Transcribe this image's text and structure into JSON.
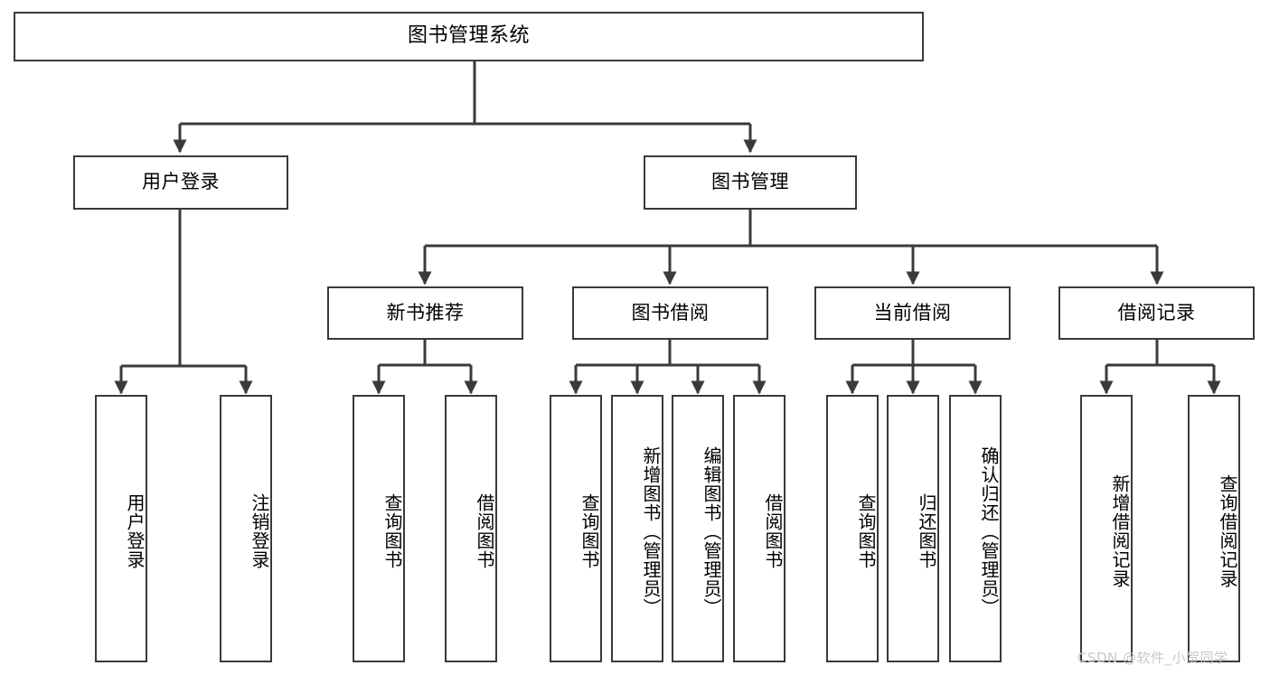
{
  "diagram": {
    "title": "图书管理系统",
    "watermark": "CSDN @软件_小贺同学",
    "colors": {
      "box_border": "#3a3a3a",
      "box_fill": "#ffffff",
      "connector": "#3a3a3a",
      "text": "#000000",
      "watermark": "#c8c8c8"
    },
    "root": {
      "label": "图书管理系统"
    },
    "level1": [
      {
        "label": "用户登录"
      },
      {
        "label": "图书管理"
      }
    ],
    "level2": [
      {
        "label": "新书推荐"
      },
      {
        "label": "图书借阅"
      },
      {
        "label": "当前借阅"
      },
      {
        "label": "借阅记录"
      }
    ],
    "leaves": {
      "user_login": [
        {
          "label": "用户登录"
        },
        {
          "label": "注销登录"
        }
      ],
      "new_book_recommend": [
        {
          "label": "查询图书"
        },
        {
          "label": "借阅图书"
        }
      ],
      "book_borrow": [
        {
          "label": "查询图书"
        },
        {
          "label": "新增图书（管理员）"
        },
        {
          "label": "编辑图书（管理员）"
        },
        {
          "label": "借阅图书"
        }
      ],
      "current_borrow": [
        {
          "label": "查询图书"
        },
        {
          "label": "归还图书"
        },
        {
          "label": "确认归还（管理员）"
        }
      ],
      "borrow_record": [
        {
          "label": "新增借阅记录"
        },
        {
          "label": "查询借阅记录"
        }
      ]
    }
  }
}
